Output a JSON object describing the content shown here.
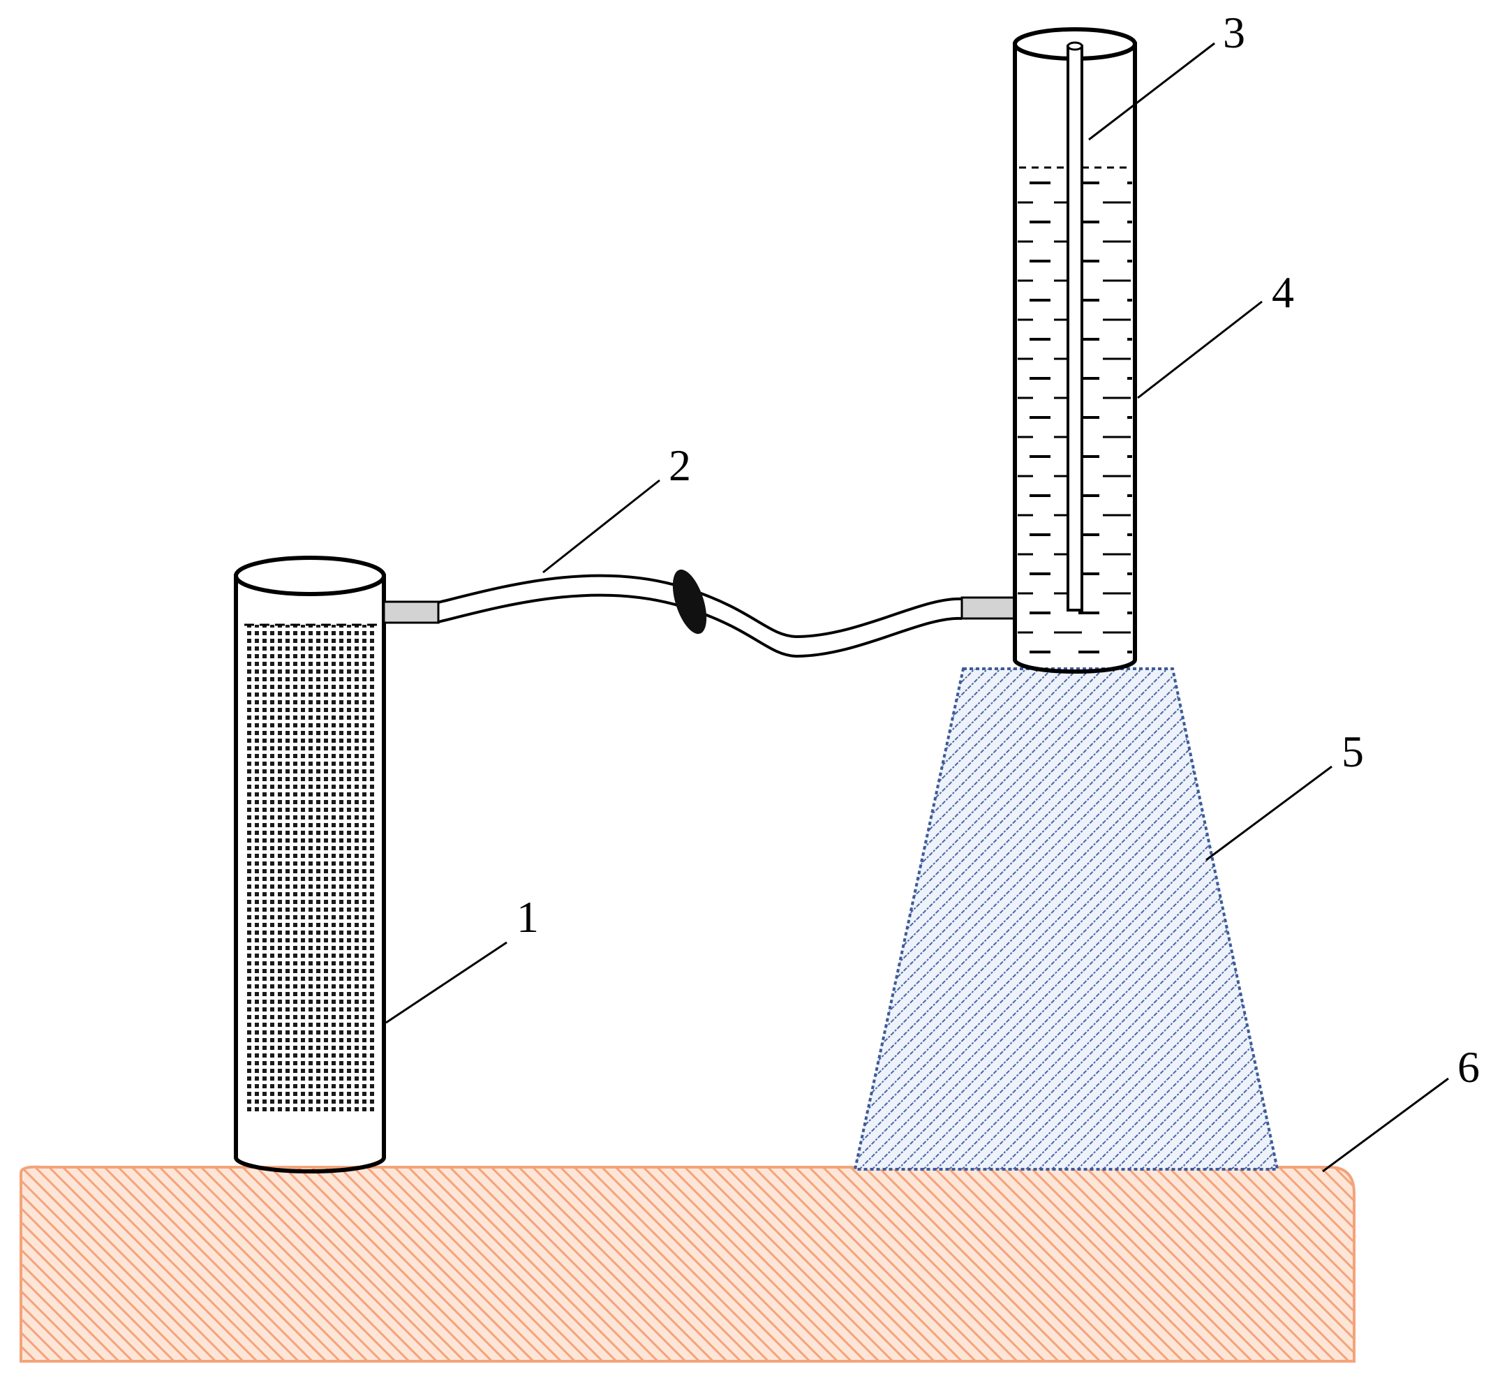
{
  "figure": {
    "labels": {
      "part_1": "1",
      "part_2": "2",
      "part_3": "3",
      "part_4": "4",
      "part_5": "5",
      "part_6": "6"
    },
    "colors": {
      "outline": "#000000",
      "ground_stroke": "#f4a37a",
      "ground_fill": "#fde6d8",
      "mound_stroke": "#3d5a99",
      "mound_fill": "#e8eef8",
      "connector": "#d3d3d3"
    }
  }
}
